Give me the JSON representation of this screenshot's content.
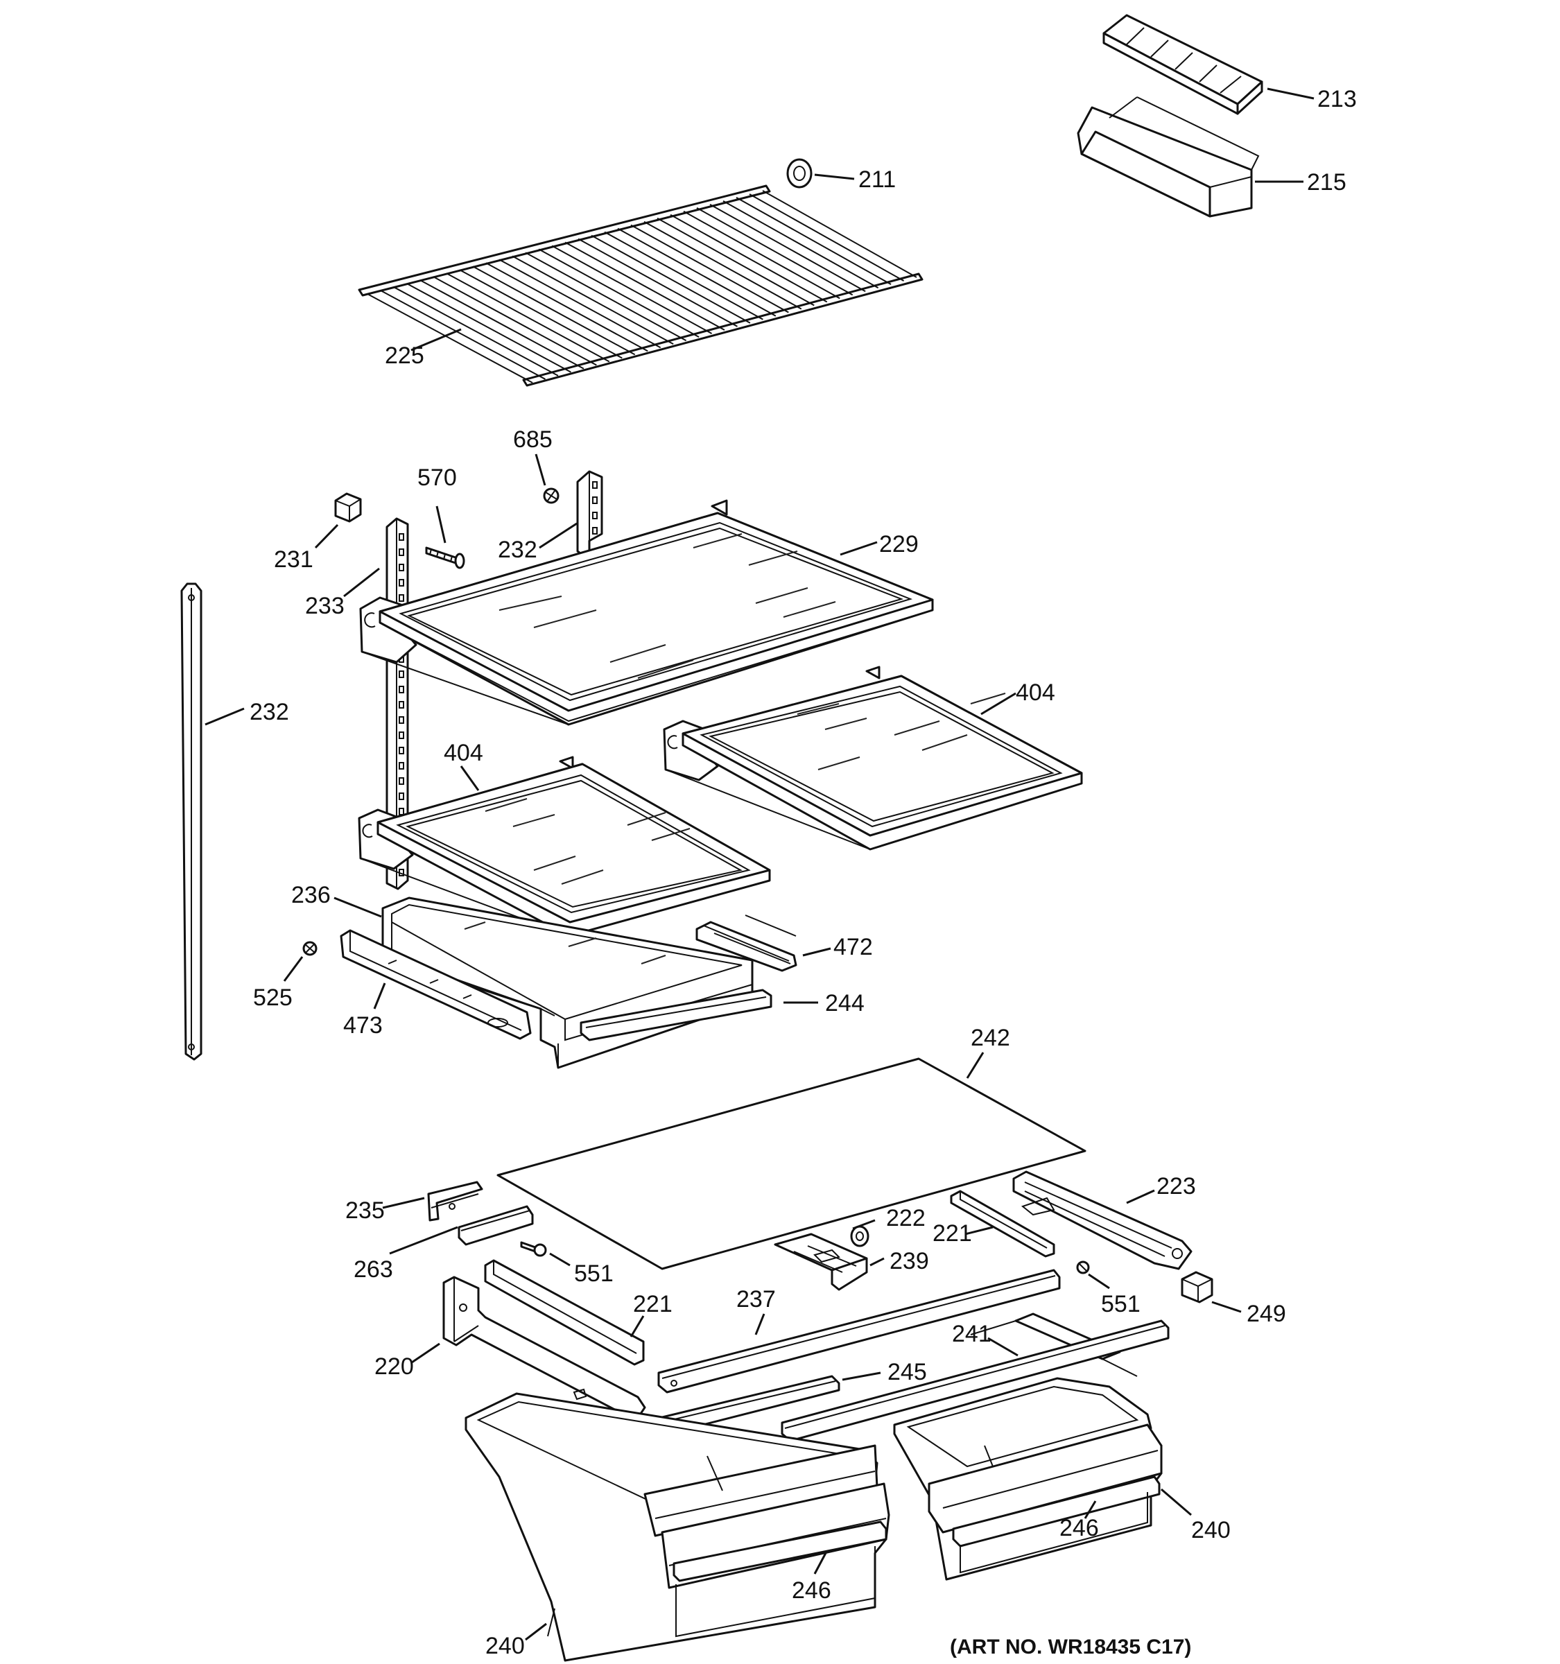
{
  "diagram": {
    "type": "exploded parts diagram",
    "art_number": "(ART NO. WR18435 C17)",
    "callouts": {
      "p211": "211",
      "p213": "213",
      "p215": "215",
      "p225": "225",
      "p685": "685",
      "p570": "570",
      "p231": "231",
      "p232_top": "232",
      "p229": "229",
      "p233": "233",
      "p232_side": "232",
      "p404_right": "404",
      "p404_left": "404",
      "p236": "236",
      "p472": "472",
      "p525": "525",
      "p473": "473",
      "p244": "244",
      "p242": "242",
      "p235": "235",
      "p223": "223",
      "p222": "222",
      "p221_right": "221",
      "p263": "263",
      "p551_left": "551",
      "p239": "239",
      "p551_right": "551",
      "p249": "249",
      "p221_left": "221",
      "p237": "237",
      "p241": "241",
      "p220": "220",
      "p245": "245",
      "p246_right": "246",
      "p240_right": "240",
      "p246_left": "246",
      "p240_left": "240"
    }
  }
}
